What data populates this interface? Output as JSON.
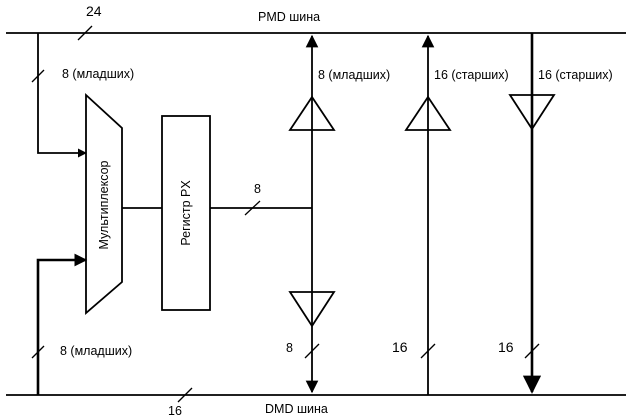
{
  "buses": {
    "pmd": {
      "label": "PMD шина",
      "width_label": "24"
    },
    "dmd": {
      "label": "DMD шина",
      "width_label": "16"
    }
  },
  "blocks": {
    "mux": {
      "label": "Мультиплексор"
    },
    "register": {
      "label": "Регистр PX"
    }
  },
  "labels": {
    "mux_top_input": "8 (младших)",
    "mux_bottom_input": "8 (младших)",
    "reg_output": "8",
    "buf_pmd_low": "8 (младших)",
    "buf_pmd_high_up": "16 (старших)",
    "buf_pmd_high_down": "16 (старших)",
    "buf_dmd_low": "8",
    "dmd_line_16_a": "16",
    "dmd_line_16_b": "16"
  }
}
